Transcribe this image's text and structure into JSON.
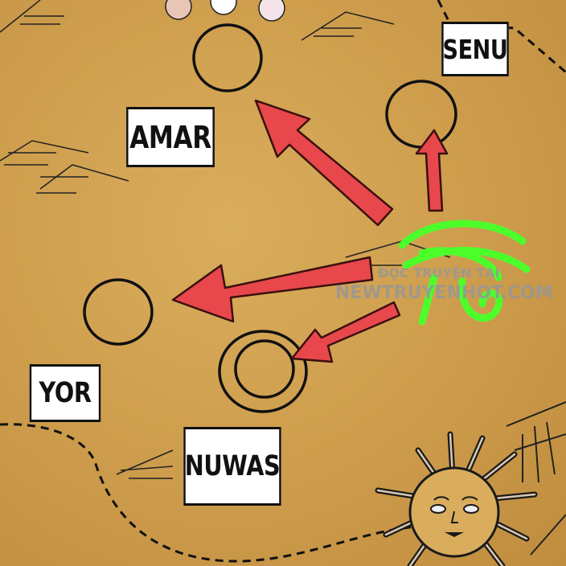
{
  "map": {
    "labels": [
      {
        "id": "amar",
        "text": "AMAR"
      },
      {
        "id": "senu",
        "text": "SENU"
      },
      {
        "id": "yor",
        "text": "YOR"
      },
      {
        "id": "nuwas",
        "text": "NUWAS"
      }
    ],
    "icons": [
      "eye-of-horus-icon",
      "sun-face-icon",
      "character-heads-icon",
      "arrow-icon",
      "mountain-icon"
    ],
    "colors": {
      "parchment": "#d3a353",
      "arrow": "#e8474b",
      "eye": "#4cff2b",
      "ink": "#111111"
    }
  },
  "watermark": {
    "line1": "ĐỌC TRUYỆN TẠI",
    "line2": "NEWTRUYENHOT.COM"
  }
}
